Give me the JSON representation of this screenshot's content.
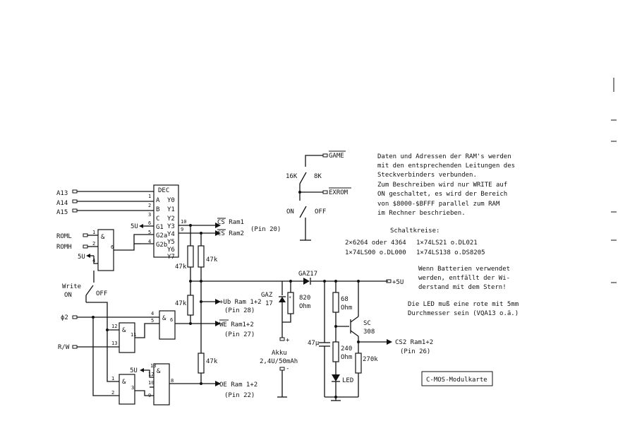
{
  "decoder": {
    "title": "DEC",
    "inputs": [
      "A",
      "B",
      "C",
      "G1",
      "G2a",
      "G2b"
    ],
    "outputs": [
      "Y0",
      "Y1",
      "Y2",
      "Y3",
      "Y4",
      "Y5",
      "Y6",
      "Y7"
    ],
    "pins": {
      "a": "1",
      "b": "2",
      "c": "3",
      "g1": "6",
      "g2a": "5",
      "g2b": "4",
      "y4": "10",
      "y5": "9"
    }
  },
  "address_lines": [
    "A13",
    "A14",
    "A15"
  ],
  "control_inputs": [
    "ROML",
    "ROMH"
  ],
  "supply_5v": "5U",
  "supply_plus5v": "+5U",
  "gates": {
    "nand1": {
      "symbol": "&",
      "pins": [
        "1",
        "2",
        "4",
        "6"
      ]
    },
    "nand2": {
      "symbol": "&",
      "pins": [
        "4",
        "5",
        "6"
      ]
    },
    "nand3": {
      "symbol": "&",
      "pins": [
        "12",
        "13",
        "11"
      ]
    },
    "nand4": {
      "symbol": "&",
      "pins": [
        "1",
        "2",
        "3"
      ]
    },
    "nand5": {
      "symbol": "&",
      "pins": [
        "13",
        "12",
        "10",
        "9",
        "8"
      ]
    }
  },
  "outputs": {
    "cs_ram1": "CS Ram1",
    "cs_ram2": "CS Ram2",
    "cs_ram2_pin": "(Pin 20)",
    "ub": "+Ub Ram 1+2",
    "ub_pin": "(Pin 28)",
    "we": "WE Ram1+2",
    "we_pin": "(Pin 27)",
    "oe": "OE Ram 1+2",
    "oe_pin": "(Pin 22)",
    "cs2": "CS2 Ram1+2",
    "cs2_pin": "(Pin 26)"
  },
  "resistors": {
    "r1": "47k",
    "r2": "47k",
    "r3": "47k",
    "r4": "47k",
    "r820": [
      "820",
      "Ohm"
    ],
    "r68": [
      "68",
      "Ohm"
    ],
    "r240": [
      "240",
      "Ohm"
    ],
    "r270": "270k"
  },
  "diodes": {
    "gaz17_top": "GAZ17",
    "gaz17_side": [
      "GAZ",
      "17"
    ]
  },
  "battery": {
    "label": "Akku",
    "rating": "2,4U/50mAh",
    "plus": "+",
    "minus": "-"
  },
  "capacitor": "47μ",
  "transistor": [
    "SC",
    "308"
  ],
  "led": "LED",
  "write_switch": {
    "label": "Write",
    "on": "ON",
    "off": "OFF"
  },
  "phi2": "ϕ2",
  "rw": "R/W",
  "mode_switch": {
    "game": "GAME",
    "exrom": "EXROM",
    "k16": "16K",
    "k8": "8K",
    "on": "ON",
    "off": "OFF"
  },
  "notes": [
    "Daten und Adressen der RAM's werden",
    "mit den entsprechenden Leitungen des",
    "Steckverbinders verbunden.",
    "Zum Beschreiben wird nur WRITE auf",
    "ON geschaltet, es wird der Bereich",
    "von $8000-$BFFF parallel zum RAM",
    "im Rechner beschrieben."
  ],
  "ics_title": "Schaltkreise:",
  "ics": [
    [
      "2×6264 oder 4364",
      "1×74LS21 o.DL021"
    ],
    [
      "1×74LS00 o.DL000",
      "1×74LS138 o.DS8205"
    ]
  ],
  "battery_note": [
    "Wenn Batterien verwendet",
    "werden, entfällt der Wi-",
    "derstand mit dem Stern!"
  ],
  "led_note": [
    "Die LED muß eine rote mit 5mm",
    "Durchmesser sein (VQA13 o.ä.)"
  ],
  "card_label": "C-MOS-Modulkarte"
}
